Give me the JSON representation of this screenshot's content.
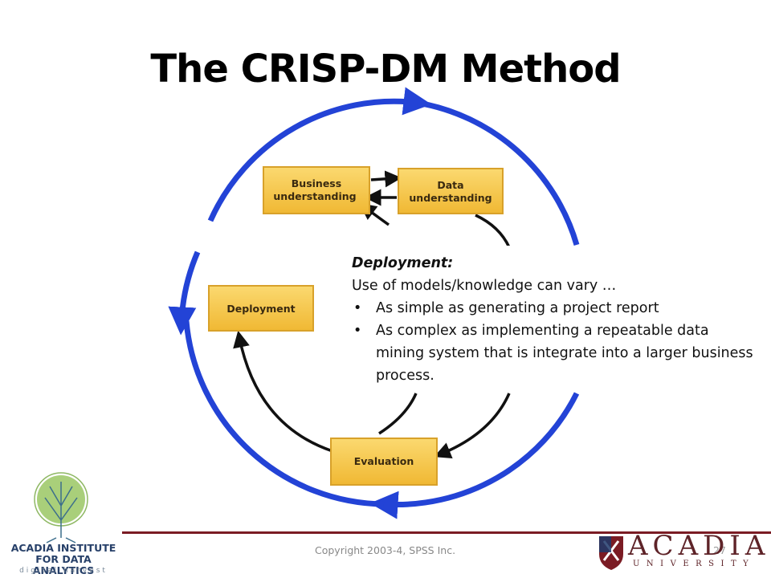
{
  "slide": {
    "title": "The CRISP-DM Method"
  },
  "diagram": {
    "boxes": {
      "business": [
        "Business",
        "understanding"
      ],
      "data": [
        "Data",
        "understanding"
      ],
      "deployment": "Deployment",
      "evaluation": "Evaluation"
    },
    "colors": {
      "outer_cycle": "#2343d6",
      "inner_arrows": "#111111",
      "box_fill": "#f7c544",
      "box_border": "#d8a12a"
    }
  },
  "callout": {
    "heading": "Deployment:",
    "intro": "Use of models/knowledge can vary …",
    "bullets": [
      "As simple as generating a project report",
      "As complex as implementing a repeatable data mining system that is integrate into a larger business process."
    ]
  },
  "footer": {
    "copyright": "Copyright 2003-4, SPSS Inc.",
    "page_number": "27",
    "institute_line1": "ACADIA INSTITUTE",
    "institute_line2": "FOR DATA ANALYTICS",
    "institute_tagline": "digital harvest",
    "university_name": "ACADIA",
    "university_sub": "UNIVERSITY"
  }
}
